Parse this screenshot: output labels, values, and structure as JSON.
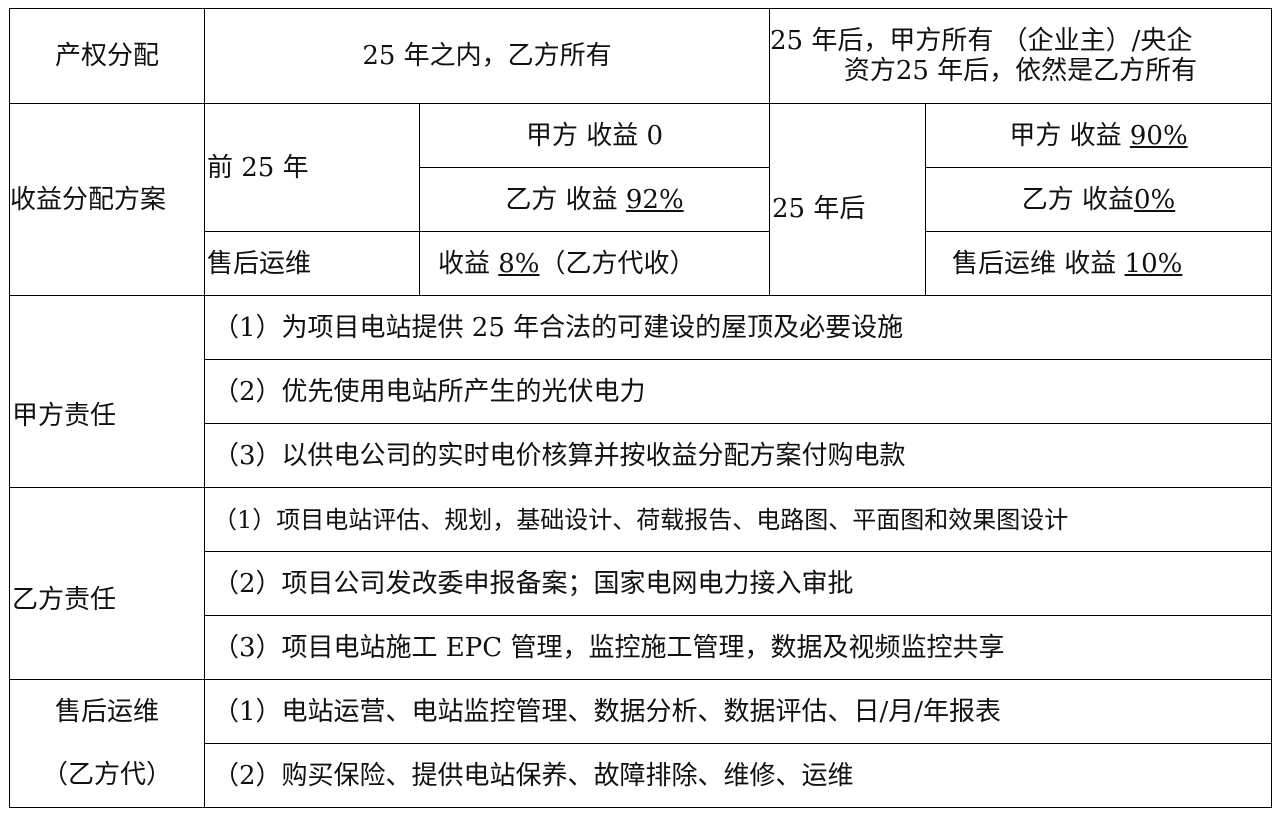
{
  "ownership": {
    "label": "产权分配",
    "first_25": "25 年之内，乙方所有",
    "after_25_line1": "25 年后，甲方所有 （企业主）/央企",
    "after_25_line2": "资方25 年后，依然是乙方所有"
  },
  "revenue": {
    "label": "收益分配方案",
    "before_label": "前 25 年",
    "party_a_label": "甲方 收益 ",
    "party_a_value": "0",
    "party_b_label": "乙方 收益 ",
    "party_b_value": "92%",
    "after_sales_label": "售后运维",
    "after_sales_text_pre": "收益 ",
    "after_sales_value": "8%",
    "after_sales_text_post": "（乙方代收）",
    "after_label": "25 年后",
    "after_party_a_label": "甲方 收益 ",
    "after_party_a_value": "90%",
    "after_party_b_label": "乙方 收益",
    "after_party_b_value": "0%",
    "after_sales_after_label": "售后运维 收益 ",
    "after_sales_after_value": "10%"
  },
  "party_a_duty": {
    "label": "甲方责任",
    "items": [
      "（1）为项目电站提供 25 年合法的可建设的屋顶及必要设施",
      "（2）优先使用电站所产生的光伏电力",
      "（3）以供电公司的实时电价核算并按收益分配方案付购电款"
    ]
  },
  "party_b_duty": {
    "label": "乙方责任",
    "items": [
      "（1）项目电站评估、规划，基础设计、荷载报告、电路图、平面图和效果图设计",
      "（2）项目公司发改委申报备案；国家电网电力接入审批",
      "（3）项目电站施工 EPC 管理，监控施工管理，数据及视频监控共享"
    ]
  },
  "after_sales": {
    "label_line1": "售后运维",
    "label_line2": "（乙方代）",
    "items": [
      "（1）电站运营、电站监控管理、数据分析、数据评估、日/月/年报表",
      "（2）购买保险、提供电站保养、故障排除、维修、运维"
    ]
  }
}
